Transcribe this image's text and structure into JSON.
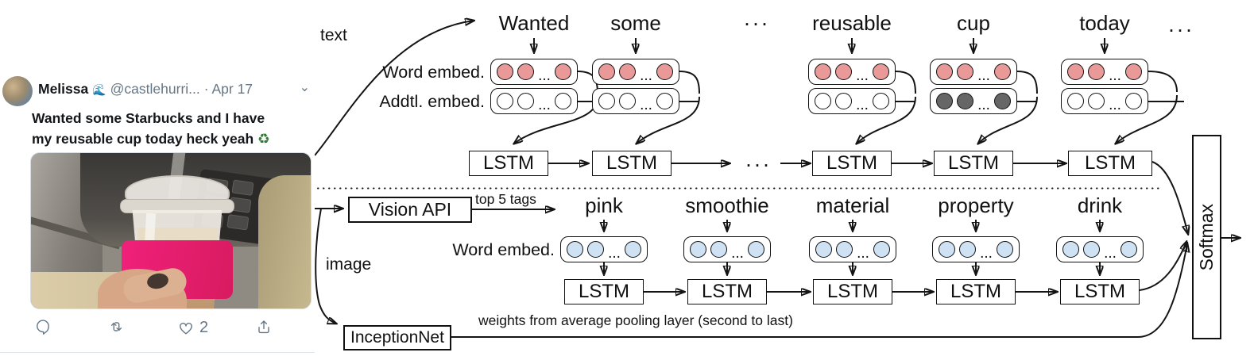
{
  "tweet": {
    "name": "Melissa",
    "verified_emoji": "🌊",
    "handle": "@castlehurri...",
    "timestamp": "· Apr 17",
    "chevron": "⌄",
    "body_line1": "Wanted some Starbucks and I have",
    "body_line2": "my reusable cup today heck yeah ",
    "recycle_emoji": "♻",
    "like_count": "2"
  },
  "diagram": {
    "input_text_label": "text",
    "input_image_label": "image",
    "word_embed_label": "Word embed.",
    "addtl_embed_label": "Addtl. embed.",
    "tag_embed_label": "Word embed.",
    "ellipsis": "···",
    "box_dots": "...",
    "lstm_label": "LSTM",
    "top_words": [
      "Wanted",
      "some",
      "reusable",
      "cup",
      "today"
    ],
    "bottom_tags": [
      "pink",
      "smoothie",
      "material",
      "property",
      "drink"
    ],
    "vision_api_label": "Vision API",
    "top5_label": "top 5 tags",
    "inception_label": "InceptionNet",
    "weights_label": "weights from average pooling layer (second to last)",
    "softmax_label": "Softmax",
    "colors": {
      "word_embed_fill": "#ea9999",
      "addtl_embed_fill": "#ffffff",
      "addtl_embed_highlight_fill": "#666666",
      "tag_embed_fill": "#cfe2f3",
      "wire": "#141414",
      "tweet_secondary": "#657786",
      "sleeve_pink": "#e8186e"
    }
  }
}
